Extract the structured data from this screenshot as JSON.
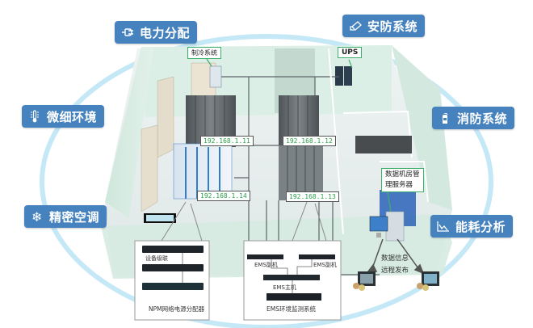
{
  "diagram": {
    "title": "数据机房环境监控系统示意图",
    "colors": {
      "badge": "#4682be",
      "ring": "#bfe6f5",
      "callout_border": "#3cb06a",
      "ip_text": "#29a04a",
      "room_wall": "#d7ece3",
      "floor": "#e8efef"
    },
    "subsystems": [
      {
        "label": "电力分配",
        "icon": "power-plug-icon"
      },
      {
        "label": "安防系统",
        "icon": "security-camera-icon"
      },
      {
        "label": "微细环境",
        "icon": "thermometer-icon"
      },
      {
        "label": "消防系统",
        "icon": "fire-extinguisher-icon"
      },
      {
        "label": "精密空调",
        "icon": "snowflake-icon"
      },
      {
        "label": "能耗分析",
        "icon": "energy-chart-icon"
      }
    ],
    "callouts": {
      "cooling": "制冷系统",
      "ups": "UPS",
      "server_mgmt_line1": "数据机房管",
      "server_mgmt_line2": "理服务器"
    },
    "racks": [
      {
        "ip": "192.168.1.11"
      },
      {
        "ip": "192.168.1.12"
      },
      {
        "ip": "192.168.1.14"
      },
      {
        "ip": "192.168.1.13"
      }
    ],
    "npm_box": {
      "title": "NPM网络电源分配器",
      "cascade_label": "设备级联"
    },
    "ems_box": {
      "title": "EMS环境监测系统",
      "sub1": "EMS副机",
      "sub2": "EMS副机",
      "main": "EMS主机"
    },
    "remote": {
      "line1": "数据信息",
      "line2": "远程发布"
    }
  }
}
